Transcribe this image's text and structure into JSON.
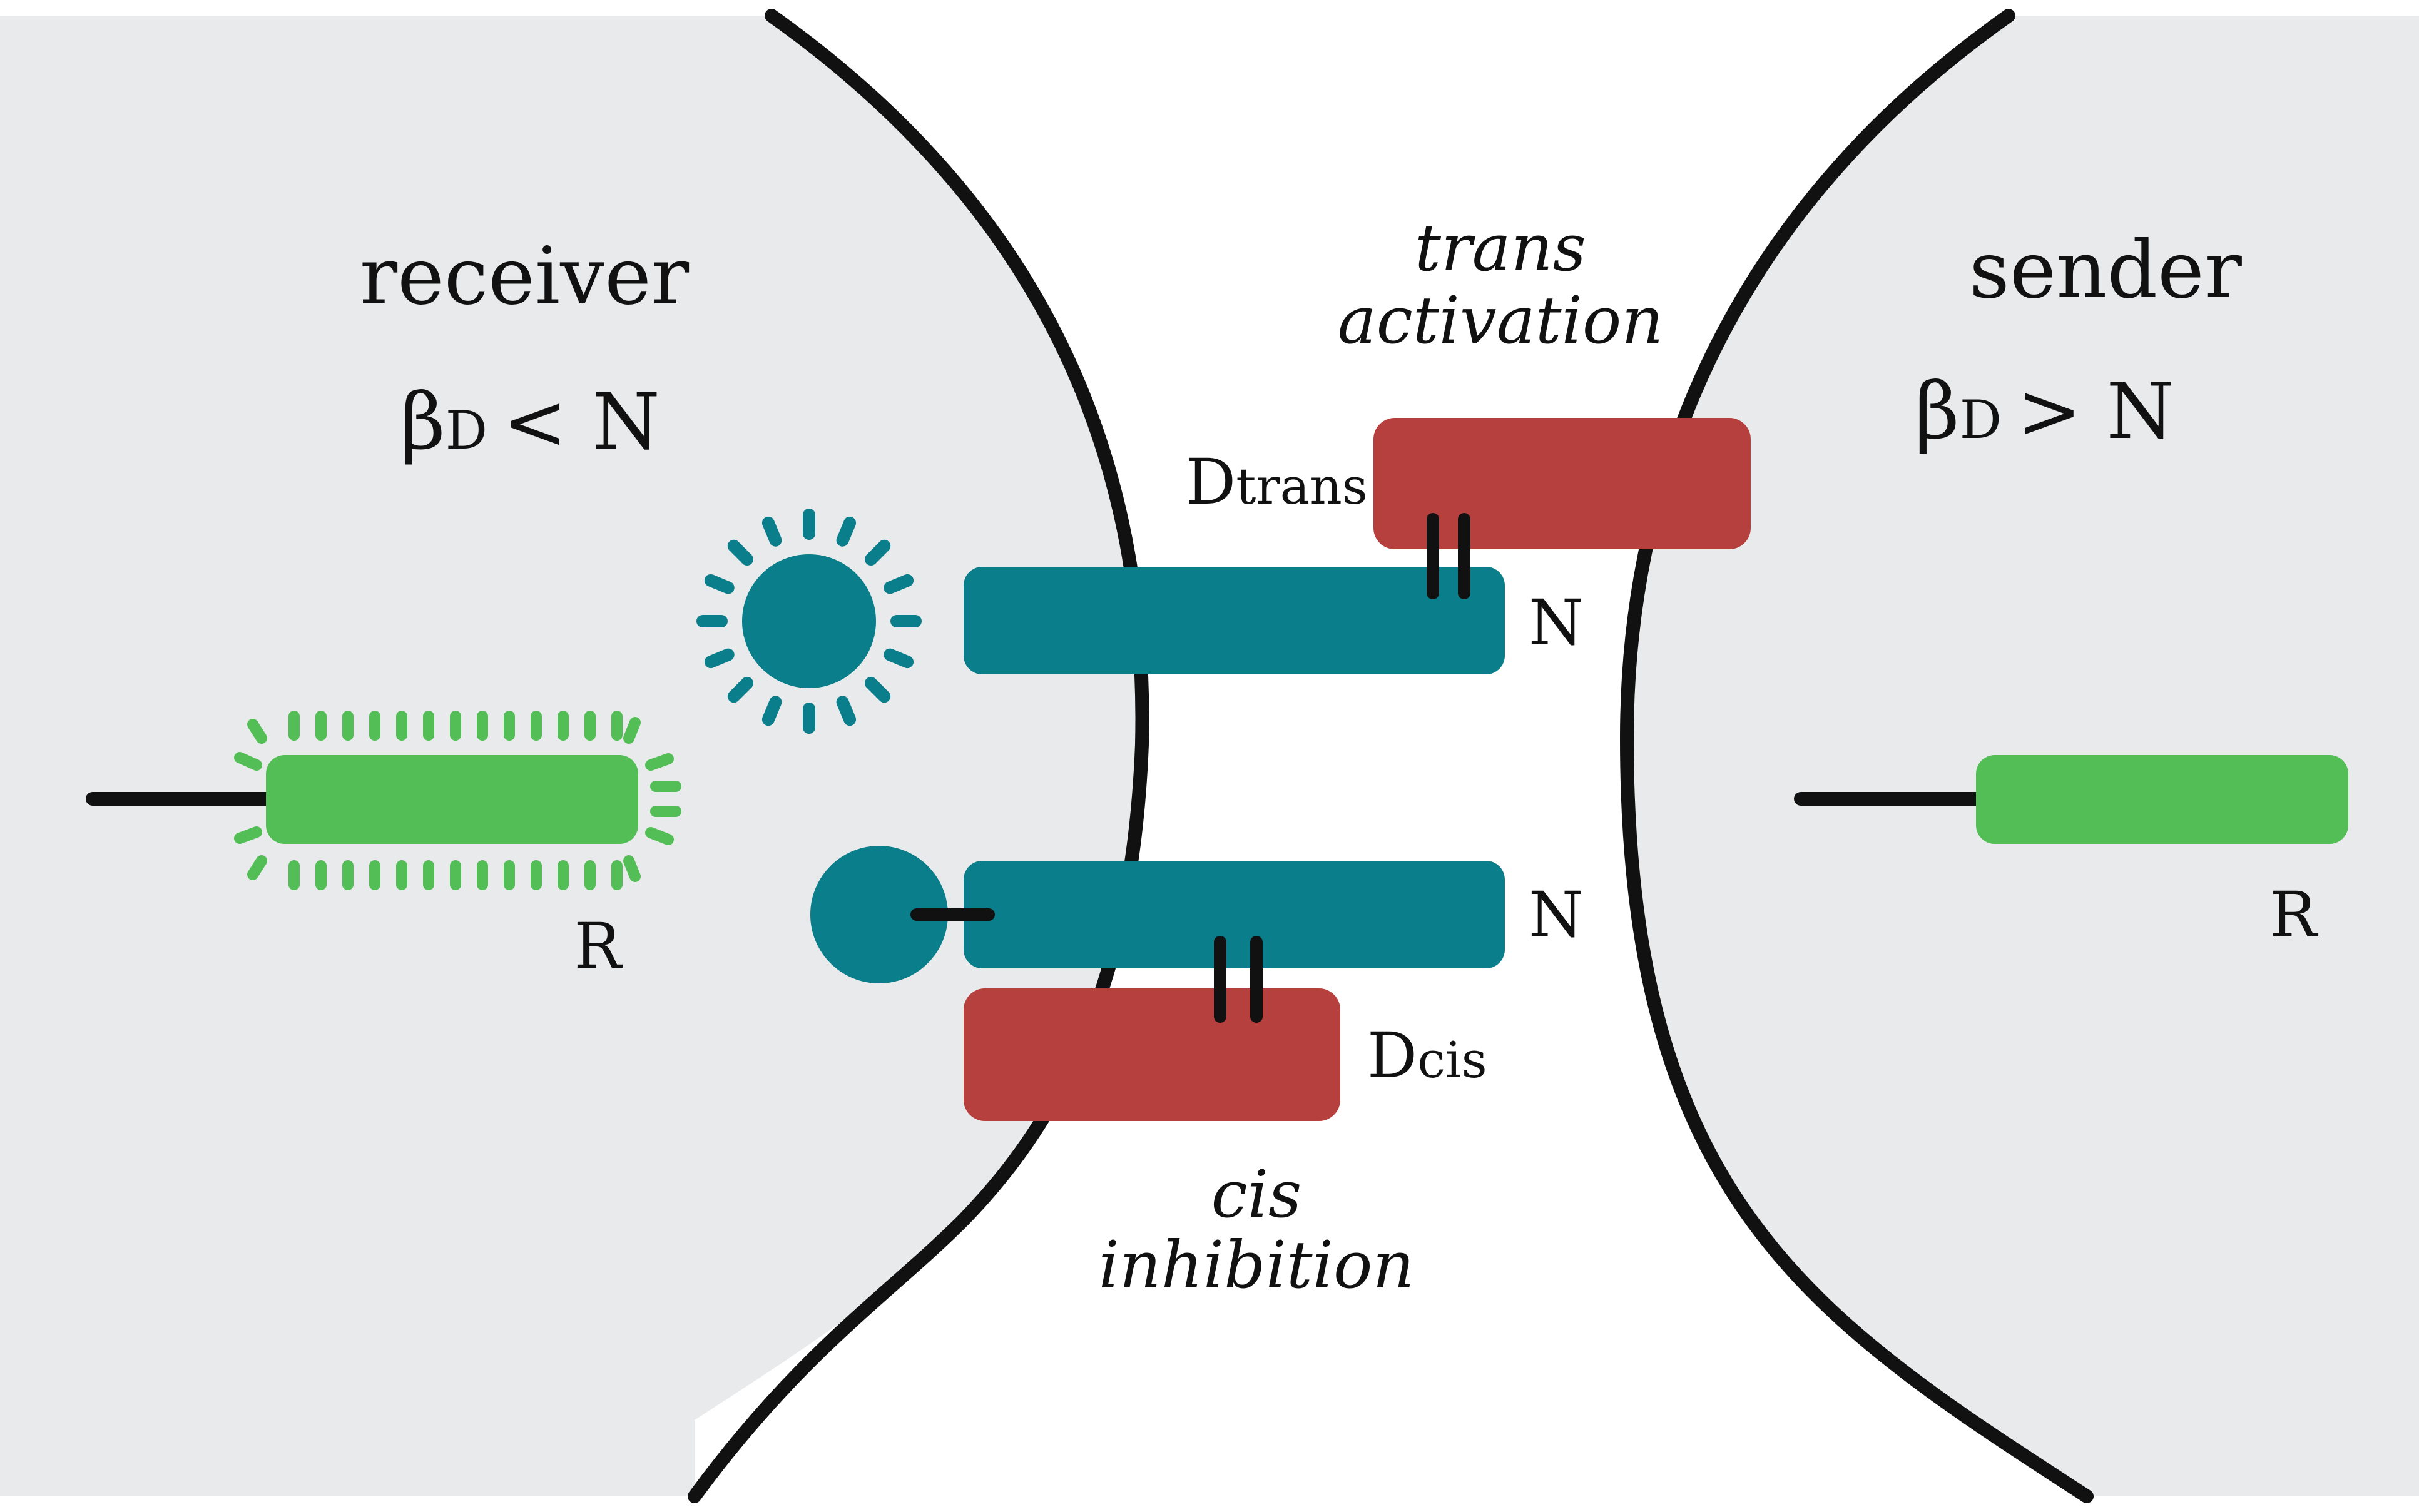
{
  "colors": {
    "cell": "#e9eaeb",
    "membrane": "#111111",
    "notch": "#0a7e8a",
    "delta": "#b5403d",
    "reporter": "#52be55"
  },
  "receiver": {
    "title": "receiver",
    "condition_symbol": "β",
    "condition_subscript": "D",
    "condition_relation": "< N",
    "reporter_label": "R"
  },
  "sender": {
    "title": "sender",
    "condition_symbol": "β",
    "condition_subscript": "D",
    "condition_relation": "> N",
    "reporter_label": "R"
  },
  "trans": {
    "line1": "trans",
    "line2": "activation",
    "ligand_main": "D",
    "ligand_sub": "trans",
    "receptor_label": "N"
  },
  "cis": {
    "line1": "cis",
    "line2": "inhibition",
    "ligand_main": "D",
    "ligand_sub": "cis",
    "receptor_label": "N"
  }
}
